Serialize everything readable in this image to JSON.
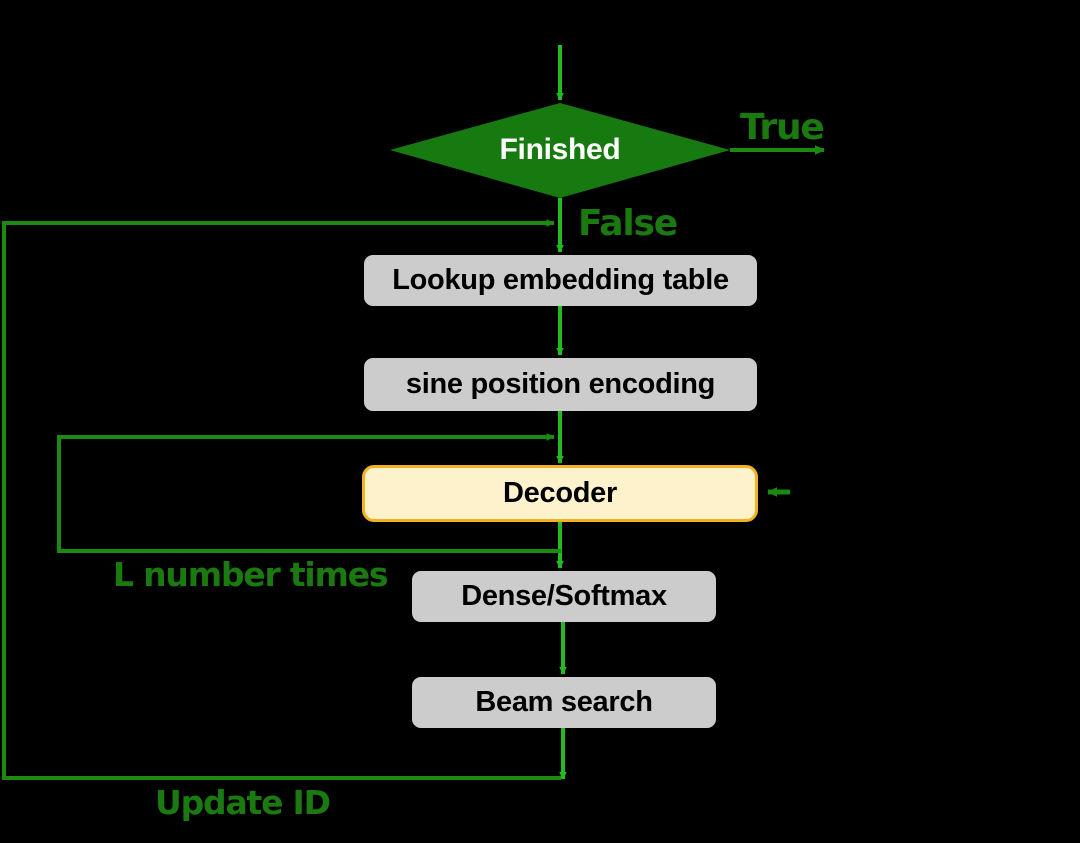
{
  "diagram": {
    "title": "Transformer decoder inference flowchart",
    "background_color": "#000000",
    "colors": {
      "decision_fill": "#177a10",
      "process_fill": "#cccccc",
      "highlight_fill": "#fdf2cc",
      "highlight_border": "#f4b223",
      "flow_arrow": "#22bb22",
      "loop_line": "#1a8a10",
      "label_text": "#1a7a10",
      "decision_text": "#ffffff",
      "process_text": "#000000"
    },
    "nodes": [
      {
        "id": "finished",
        "label": "Finished",
        "shape": "diamond"
      },
      {
        "id": "lookup",
        "label": "Lookup embedding table",
        "shape": "rounded-rect"
      },
      {
        "id": "sine",
        "label": "sine position encoding",
        "shape": "rounded-rect"
      },
      {
        "id": "decoder",
        "label": "Decoder",
        "shape": "rounded-rect-highlight"
      },
      {
        "id": "dense",
        "label": "Dense/Softmax",
        "shape": "rounded-rect"
      },
      {
        "id": "beam",
        "label": "Beam search",
        "shape": "rounded-rect"
      }
    ],
    "edge_labels": [
      {
        "id": "true",
        "text": "True"
      },
      {
        "id": "false",
        "text": "False"
      },
      {
        "id": "loop-l",
        "text": "L number times"
      },
      {
        "id": "loop-u",
        "text": "Update ID"
      }
    ]
  }
}
